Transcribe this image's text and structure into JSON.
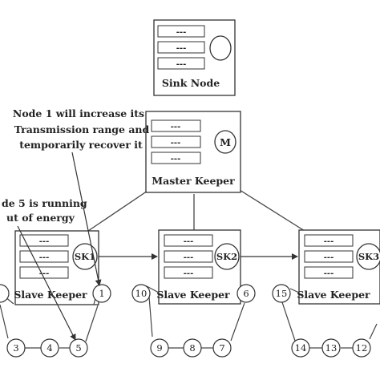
{
  "sink": {
    "label": "Sink Node",
    "slots": [
      "---",
      "---",
      "---"
    ]
  },
  "master": {
    "label": "Master Keeper",
    "badge": "M",
    "slots": [
      "---",
      "---",
      "---"
    ]
  },
  "slaves": [
    {
      "label": "Slave Keeper",
      "badge": "SK1",
      "slots": [
        "---",
        "---",
        "---"
      ]
    },
    {
      "label": "Slave Keeper",
      "badge": "SK2",
      "slots": [
        "---",
        "---",
        "---"
      ]
    },
    {
      "label": "Slave Keeper",
      "badge": "SK3",
      "slots": [
        "---",
        "---",
        "---"
      ]
    }
  ],
  "annotations": {
    "node1": [
      "Node 1 will increase its",
      "Transmission range and",
      "temporarily recover it"
    ],
    "node5": [
      "de 5 is running",
      "ut of energy"
    ]
  },
  "nodes": {
    "n1": "1",
    "n3": "3",
    "n4": "4",
    "n5": "5",
    "n6": "6",
    "n7": "7",
    "n8": "8",
    "n9": "9",
    "n10": "10",
    "n12": "12",
    "n13": "13",
    "n14": "14",
    "n15": "15"
  }
}
